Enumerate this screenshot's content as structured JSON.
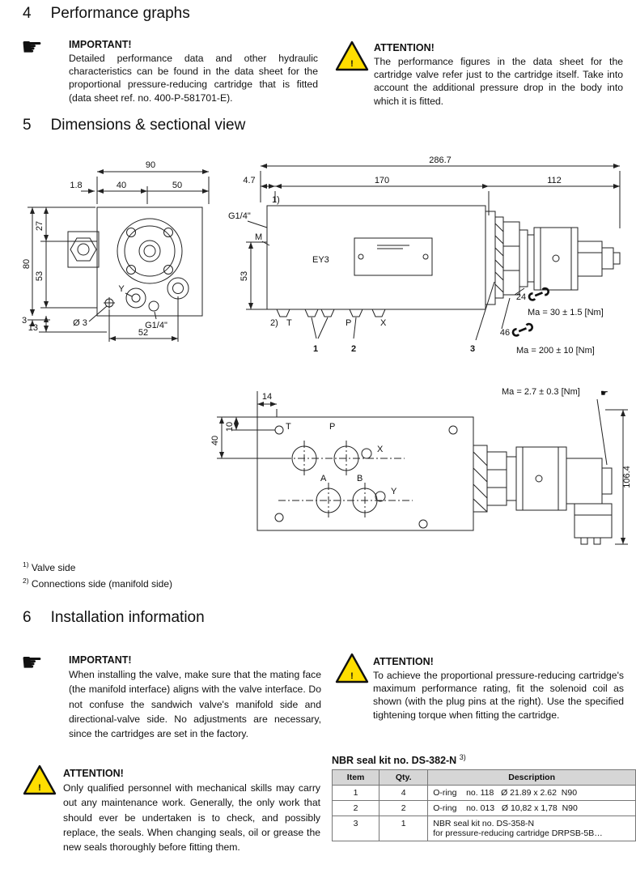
{
  "sections": {
    "performance": {
      "number": "4",
      "title": "Performance graphs"
    },
    "dimensions": {
      "number": "5",
      "title": "Dimensions & sectional view"
    },
    "installation": {
      "number": "6",
      "title": "Installation information"
    }
  },
  "notes": {
    "perf_important": {
      "label": "IMPORTANT!",
      "text": "Detailed performance data and other hydraulic characteristics can be found in the data sheet for the proportional pressure-reducing cartridge that is fitted (data sheet ref. no. 400-P-581701-E)."
    },
    "perf_attention": {
      "label": "ATTENTION!",
      "text": "The performance figures in the data sheet for the cartridge valve refer just to the cartridge itself. Take into account the additional pressure drop in the body into which it is fitted."
    },
    "install_important": {
      "label": "IMPORTANT!",
      "text": "When installing the valve, make sure that the mating face (the manifold interface) aligns with the valve interface. Do not confuse the sandwich valve's manifold side and directional-valve side. No adjustments are necessary, since the cartridges are set in the factory."
    },
    "install_attention_left": {
      "label": "ATTENTION!",
      "text": "Only qualified personnel with mechanical skills may carry out any maintenance work. Generally, the only work that should ever be undertaken is to check, and possibly replace, the seals. When changing seals, oil or grease the new seals thoroughly before fitting them."
    },
    "install_attention_right": {
      "label": "ATTENTION!",
      "text": "To achieve the proportional pressure-reducing cartridge's maximum performance rating, fit the solenoid coil as shown (with the plug pins at the right). Use the specified tightening torque when fitting the cartridge."
    }
  },
  "footnotes": {
    "fn1": {
      "marker": "1)",
      "text": "Valve side"
    },
    "fn2": {
      "marker": "2)",
      "text": "Connections side (manifold side)"
    }
  },
  "drawing": {
    "top_view": {
      "dim_90": "90",
      "dim_1_8": "1.8",
      "dim_40": "40",
      "dim_50": "50",
      "dim_80": "80",
      "dim_27": "27",
      "dim_53": "53",
      "dim_3": "3",
      "dim_13": "13",
      "dim_52": "52",
      "dia_3": "Ø 3",
      "thread": "G1/4\"",
      "port_y": "Y"
    },
    "side_view": {
      "dim_286_7": "286.7",
      "dim_4_7": "4.7",
      "dim_170": "170",
      "dim_112": "112",
      "dim_53": "53",
      "fn1": "1)",
      "fn2": "2)",
      "thread": "G1/4\"",
      "port_m": "M",
      "label_ey3": "EY3",
      "port_t": "T",
      "port_p": "P",
      "port_x": "X",
      "item_1": "1",
      "item_2": "2",
      "item_3": "3",
      "wrench_24": "24",
      "torque_24": "Ma = 30 ± 1.5 [Nm]",
      "wrench_46": "46",
      "torque_46": "Ma = 200 ± 10 [Nm]"
    },
    "bottom_view": {
      "torque_hand": "Ma = 2.7 ± 0.3 [Nm]",
      "dim_14": "14",
      "dim_40": "40",
      "dim_10": "10",
      "dim_106_4": "106.4",
      "port_t": "T",
      "port_p": "P",
      "port_x": "X",
      "port_a": "A",
      "port_b": "B",
      "port_y": "Y"
    }
  },
  "icons": {
    "important_hand": "☛",
    "hand_tight": "☛",
    "attention_mark": "!"
  },
  "seal_kit": {
    "title": "NBR seal kit no. DS-382-N",
    "title_sup": "3)",
    "headers": {
      "item": "Item",
      "qty": "Qty.",
      "desc": "Description"
    },
    "rows": [
      {
        "item": "1",
        "qty": "4",
        "desc": "O-ring    no. 118   Ø 21.89 x 2.62  N90"
      },
      {
        "item": "2",
        "qty": "2",
        "desc": "O-ring    no. 013   Ø 10,82 x 1,78  N90"
      },
      {
        "item": "3",
        "qty": "1",
        "desc": "NBR seal kit no. DS-358-N\nfor pressure-reducing cartridge DRPSB-5B…"
      }
    ]
  }
}
